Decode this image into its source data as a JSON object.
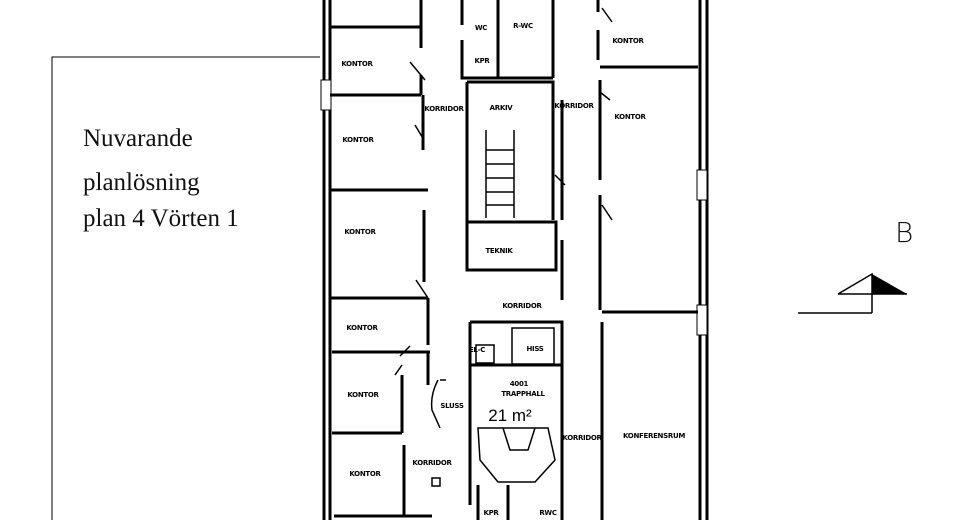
{
  "title": {
    "lines": [
      "Nuvarande",
      "planlösning",
      "plan 4 Vörten 1"
    ]
  },
  "section_marker": {
    "label": "B"
  },
  "rooms": {
    "kontor": "KONTOR",
    "korridor": "KORRIDOR",
    "wc": "WC",
    "r_wc": "R-WC",
    "kpr": "KPR",
    "arkiv": "ARKIV",
    "teknik": "TEKNIK",
    "el_c": "EL-C",
    "hiss": "HISS",
    "trapphall_no": "4001",
    "trapphall": "TRAPPHALL",
    "trapphall_area": "21 m²",
    "sluss": "SLUSS",
    "rwc": "RWC",
    "konferensrum": "KONFERENSRUM"
  }
}
